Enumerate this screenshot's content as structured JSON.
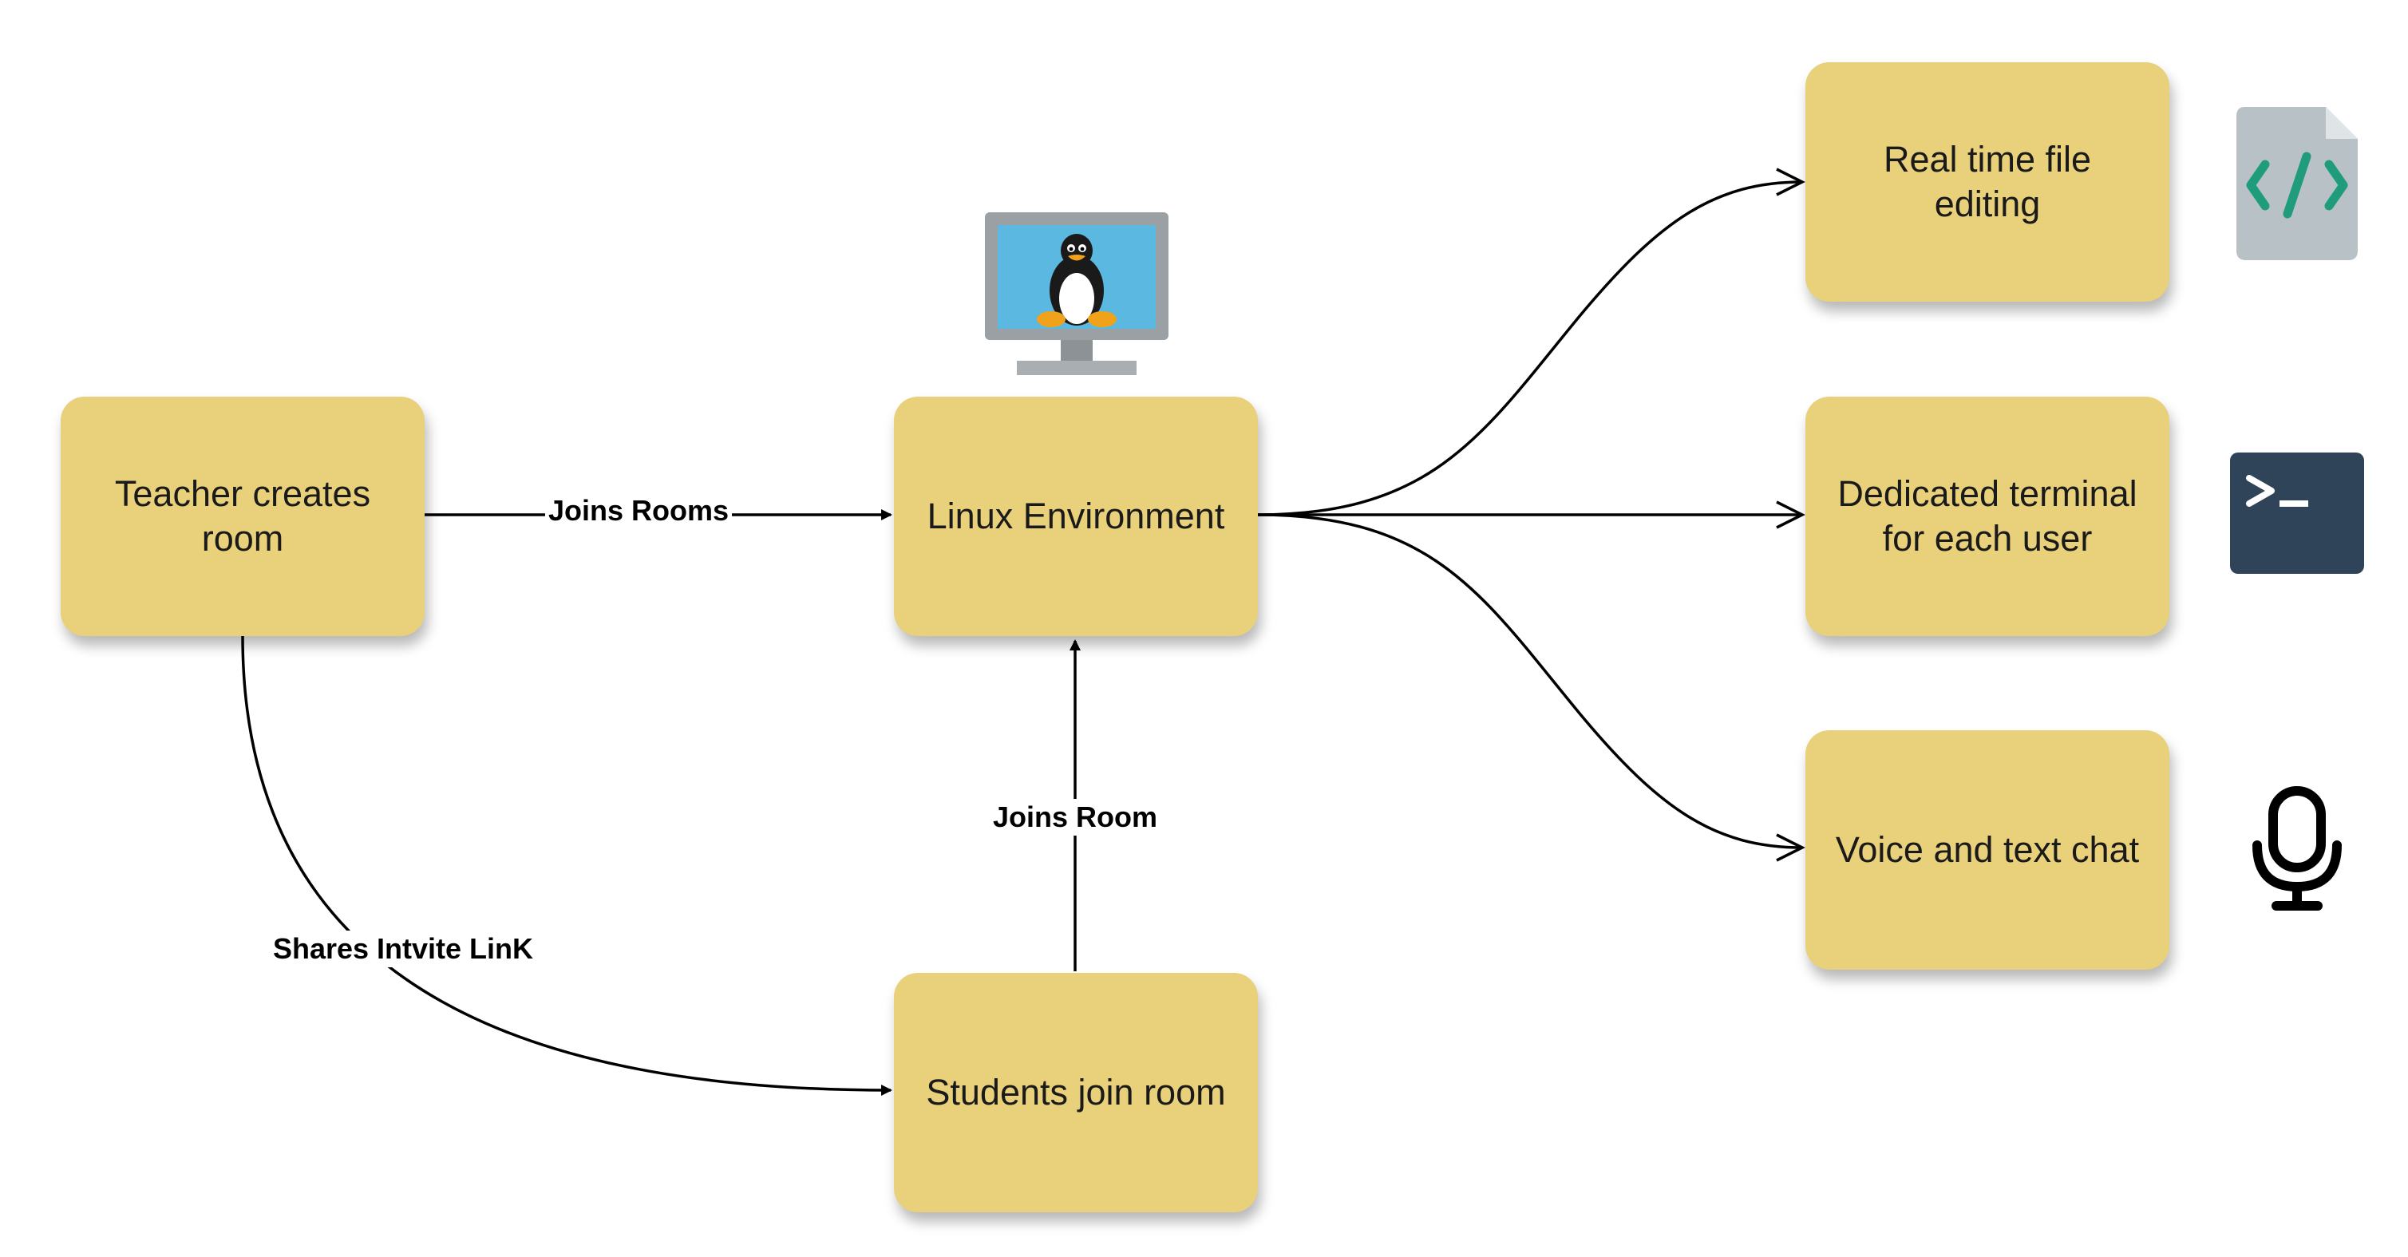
{
  "nodes": {
    "teacher": "Teacher creates room",
    "linux": "Linux Environment",
    "students": "Students join room",
    "file_editing": "Real time file editing",
    "terminal": "Dedicated terminal for each user",
    "chat": "Voice and text chat"
  },
  "edges": {
    "joins_rooms": "Joins Rooms",
    "joins_room": "Joins Room",
    "shares_link": "Shares Intvite LinK"
  },
  "colors": {
    "node_fill": "#e9d07a",
    "edge_stroke": "#000000",
    "monitor_screen": "#5bb8e0",
    "code_file": "#b8c1c6",
    "code_accent": "#1f9c7c",
    "terminal_bg": "#2f4459"
  },
  "icons": {
    "linux": "linux-monitor-icon",
    "file": "code-file-icon",
    "terminal": "terminal-icon",
    "chat": "microphone-icon"
  }
}
